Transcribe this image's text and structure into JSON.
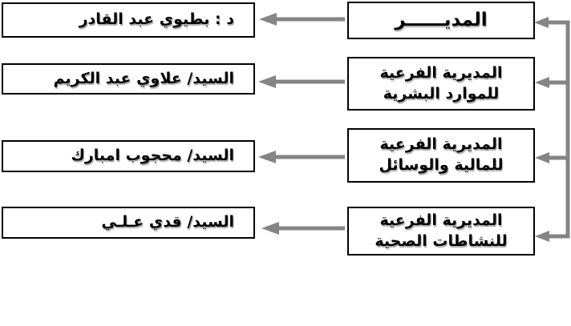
{
  "colors": {
    "arrow": "#858585",
    "box_border": "#000000",
    "box_fill": "#ffffff",
    "text": "#000000"
  },
  "org": {
    "director": {
      "title": "المديــــــر",
      "name": "د : بطيوي عبد القادر"
    },
    "subdirectorates": [
      {
        "title_line1": "المديرية الفرعية",
        "title_line2": "للموارد البشرية",
        "head": "السيد/ علاوي عبد الكريم"
      },
      {
        "title_line1": "المديرية الفرعية",
        "title_line2": "للمالية والوسائل",
        "head": "السيد/ محجوب امبارك"
      },
      {
        "title_line1": "المديرية الفرعية",
        "title_line2": "للنشاطات الصحية",
        "head": "السيد/ قدي عـلـي"
      }
    ]
  }
}
